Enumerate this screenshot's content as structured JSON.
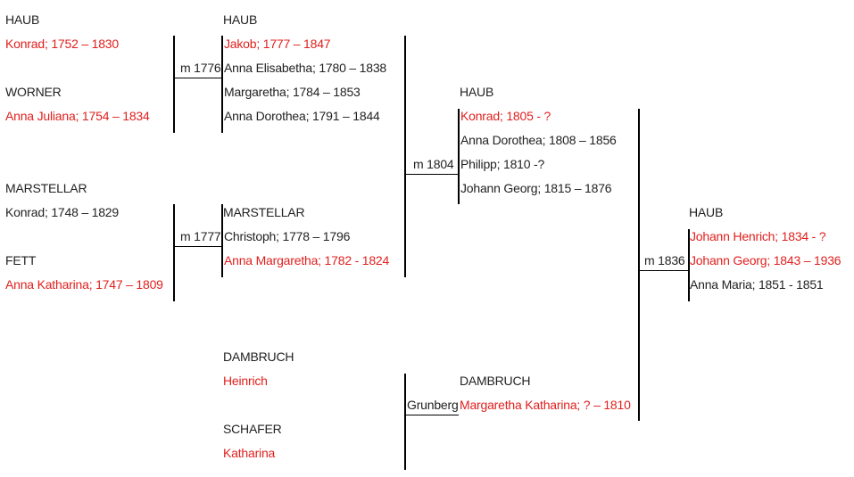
{
  "colors": {
    "highlight": "#e0201e",
    "text": "#222222",
    "line": "#000000"
  },
  "groups": {
    "g1a": {
      "surname": "HAUB",
      "person": "Konrad; 1752 – 1830"
    },
    "g1b": {
      "surname": "WORNER",
      "person": "Anna Juliana; 1754 – 1834"
    },
    "g1c": {
      "surname": "MARSTELLAR",
      "person": "Konrad; 1748 – 1829"
    },
    "g1d": {
      "surname": "FETT",
      "person": "Anna Katharina; 1747 – 1809"
    },
    "g2a": {
      "surname": "HAUB",
      "children": [
        "Jakob; 1777 – 1847",
        "Anna Elisabetha; 1780 – 1838",
        "Margaretha; 1784 – 1853",
        "Anna Dorothea; 1791 – 1844"
      ]
    },
    "g2b": {
      "surname": "MARSTELLAR",
      "children": [
        "Christoph; 1778 – 1796",
        "Anna Margaretha; 1782 - 1824"
      ]
    },
    "g2c": {
      "surname": "DAMBRUCH",
      "person": "Heinrich"
    },
    "g2d": {
      "surname": "SCHAFER",
      "person": "Katharina"
    },
    "g3a": {
      "surname": "HAUB",
      "children": [
        "Konrad; 1805 - ?",
        "Anna Dorothea; 1808 – 1856",
        "Philipp; 1810 -?",
        "Johann Georg; 1815 – 1876"
      ]
    },
    "g3b": {
      "surname": "DAMBRUCH",
      "person": "Margaretha Katharina; ? – 1810"
    },
    "g4": {
      "surname": "HAUB",
      "children": [
        "Johann Henrich; 1834 - ?",
        "Johann Georg; 1843 – 1936",
        "Anna Maria; 1851 - 1851"
      ]
    }
  },
  "marriages": {
    "m1": "m 1776",
    "m2": "m 1777",
    "m3": "m 1804",
    "m4": "Grunberg",
    "m5": "m 1836"
  }
}
